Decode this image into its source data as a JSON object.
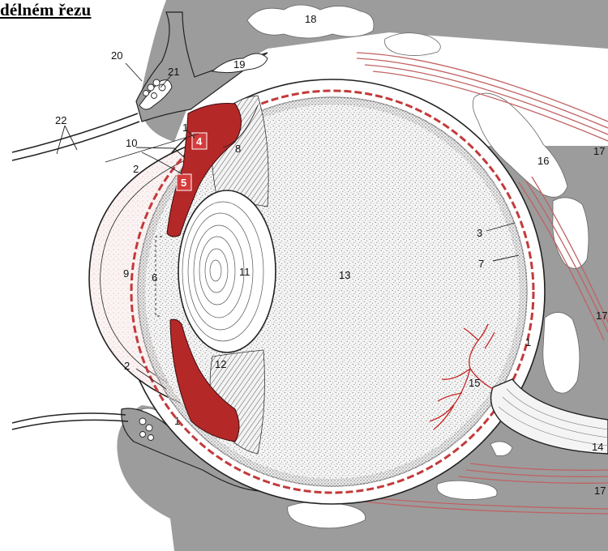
{
  "caption": "délném řezu",
  "labels": {
    "l1a": "1",
    "l1b": "1",
    "l1c": "1",
    "l2a": "2",
    "l2b": "2",
    "l3": "3",
    "l4": "4",
    "l5": "5",
    "l6": "6",
    "l7": "7",
    "l8": "8",
    "l9": "9",
    "l10": "10",
    "l11": "11",
    "l12": "12",
    "l13": "13",
    "l14": "14",
    "l15": "15",
    "l16": "16",
    "l17a": "17",
    "l17b": "17",
    "l17c": "17",
    "l18": "18",
    "l19": "19",
    "l20": "20",
    "l21": "21",
    "l22": "22"
  },
  "colors": {
    "tissue": "#9a9a9a",
    "fat": "#ffffff",
    "sclera": "#ffffff",
    "choroid": "#c23a3a",
    "ciliary": "#b52828",
    "vessels": "#c62020",
    "muscle": "#c07070",
    "vitreous": "#f2f2f2",
    "stipple": "#555555"
  }
}
